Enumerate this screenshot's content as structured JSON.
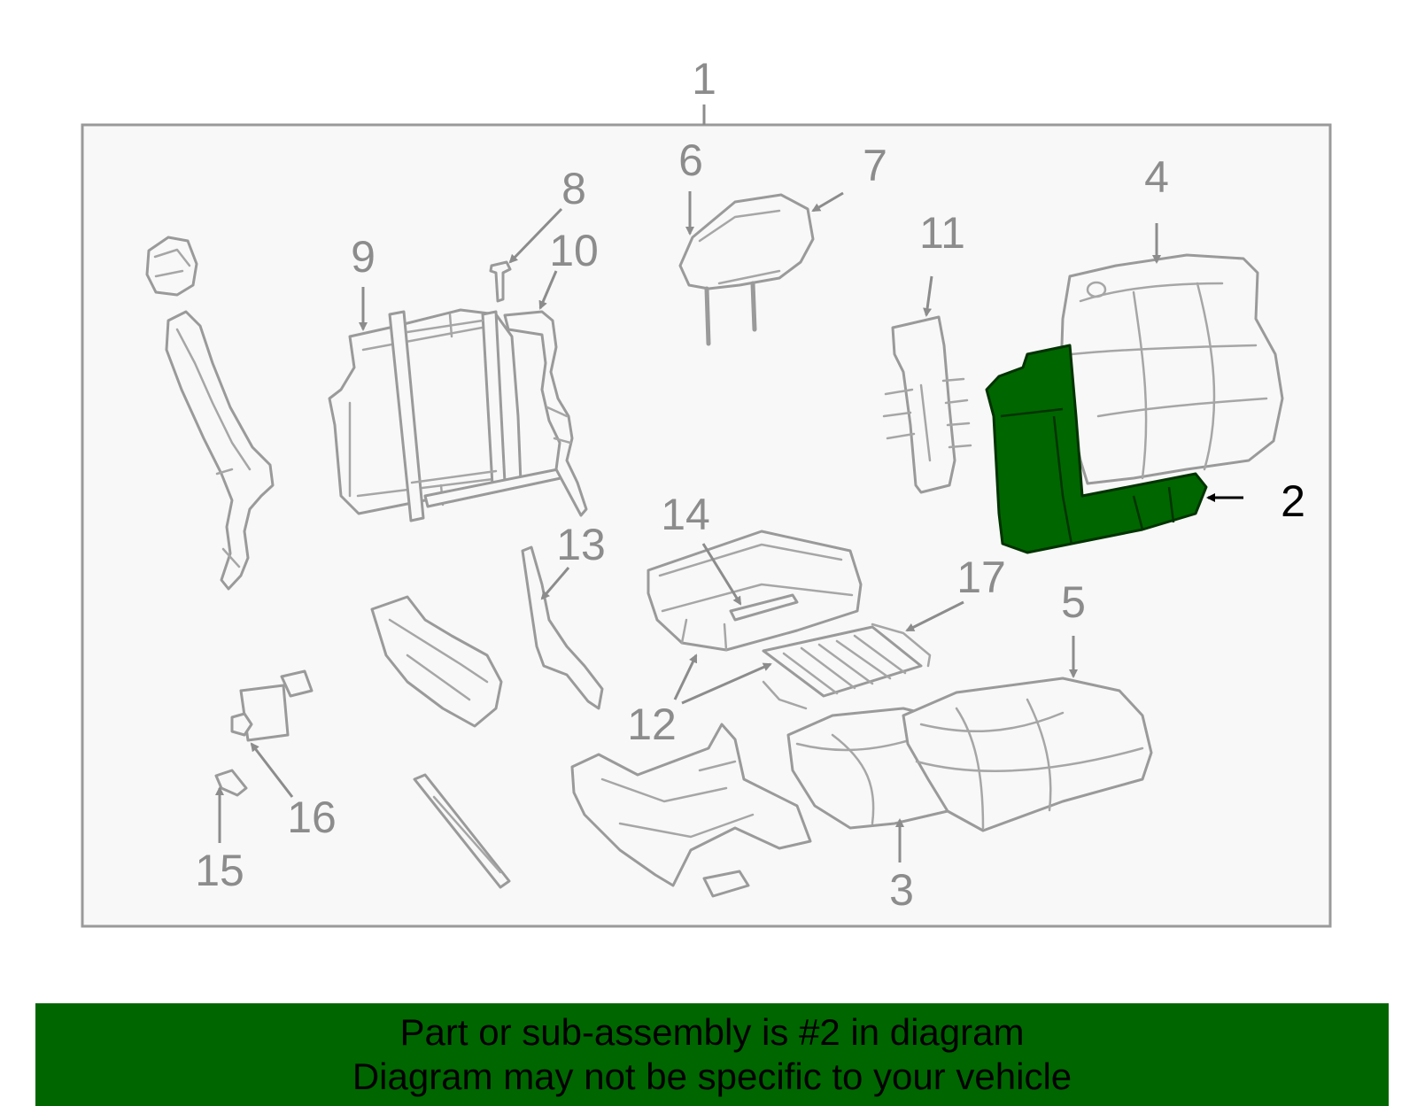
{
  "callouts": {
    "c1": "1",
    "c2": "2",
    "c3": "3",
    "c4": "4",
    "c5": "5",
    "c6": "6",
    "c7": "7",
    "c8": "8",
    "c9": "9",
    "c10": "10",
    "c11": "11",
    "c12": "12",
    "c13": "13",
    "c14": "14",
    "c15": "15",
    "c16": "16",
    "c17": "17"
  },
  "highlighted_part": "2",
  "colors": {
    "highlight": "#006600",
    "banner_background": "#006600",
    "outline": "#9a9a9a",
    "panel_background": "#f8f8f8"
  },
  "banner": {
    "line1": "Part or sub-assembly is #2 in diagram",
    "line2": "Diagram may not be specific to your vehicle"
  }
}
